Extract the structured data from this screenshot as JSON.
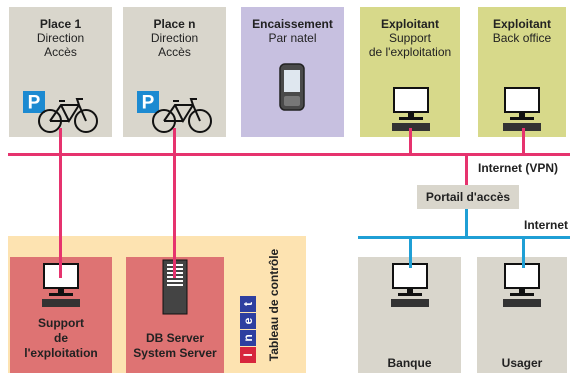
{
  "colors": {
    "gray_box": "#d9d6cc",
    "lavender_box": "#c7c0e0",
    "olive_box": "#d7d98a",
    "orange_zone": "#fde3b1",
    "red_box": "#de7373",
    "internet_vpn_line": "#e6336e",
    "internet_line": "#1f9fd5",
    "parking_blue": "#1c8ad1"
  },
  "top_boxes": [
    {
      "title": "Place 1",
      "line1": "Direction",
      "line2": "Accès",
      "icon": "parking-bicycle-icon"
    },
    {
      "title": "Place n",
      "line1": "Direction",
      "line2": "Accès",
      "icon": "parking-bicycle-icon"
    },
    {
      "title": "Encaissement",
      "line1": "Par natel",
      "line2": "",
      "icon": "mobile-phone-icon"
    },
    {
      "title": "Exploitant",
      "line1": "Support",
      "line2": "de l'exploitation",
      "icon": "computer-icon"
    },
    {
      "title": "Exploitant",
      "line1": "Back office",
      "line2": "",
      "icon": "computer-icon"
    }
  ],
  "parking_letter": "P",
  "network": {
    "vpn_label": "Internet (VPN)",
    "portal_label": "Portail d'accès",
    "internet_label": "Internet"
  },
  "bottom_left": {
    "support": {
      "line1": "Support",
      "line2": "de",
      "line3": "l'exploitation"
    },
    "server": {
      "line1": "DB Server",
      "line2": "System Server"
    },
    "inet_letters": [
      "I",
      "n",
      "e",
      "t"
    ],
    "dashboard_label": "Tableau de contrôle"
  },
  "bottom_right": {
    "bank_label": "Banque",
    "user_label": "Usager"
  }
}
